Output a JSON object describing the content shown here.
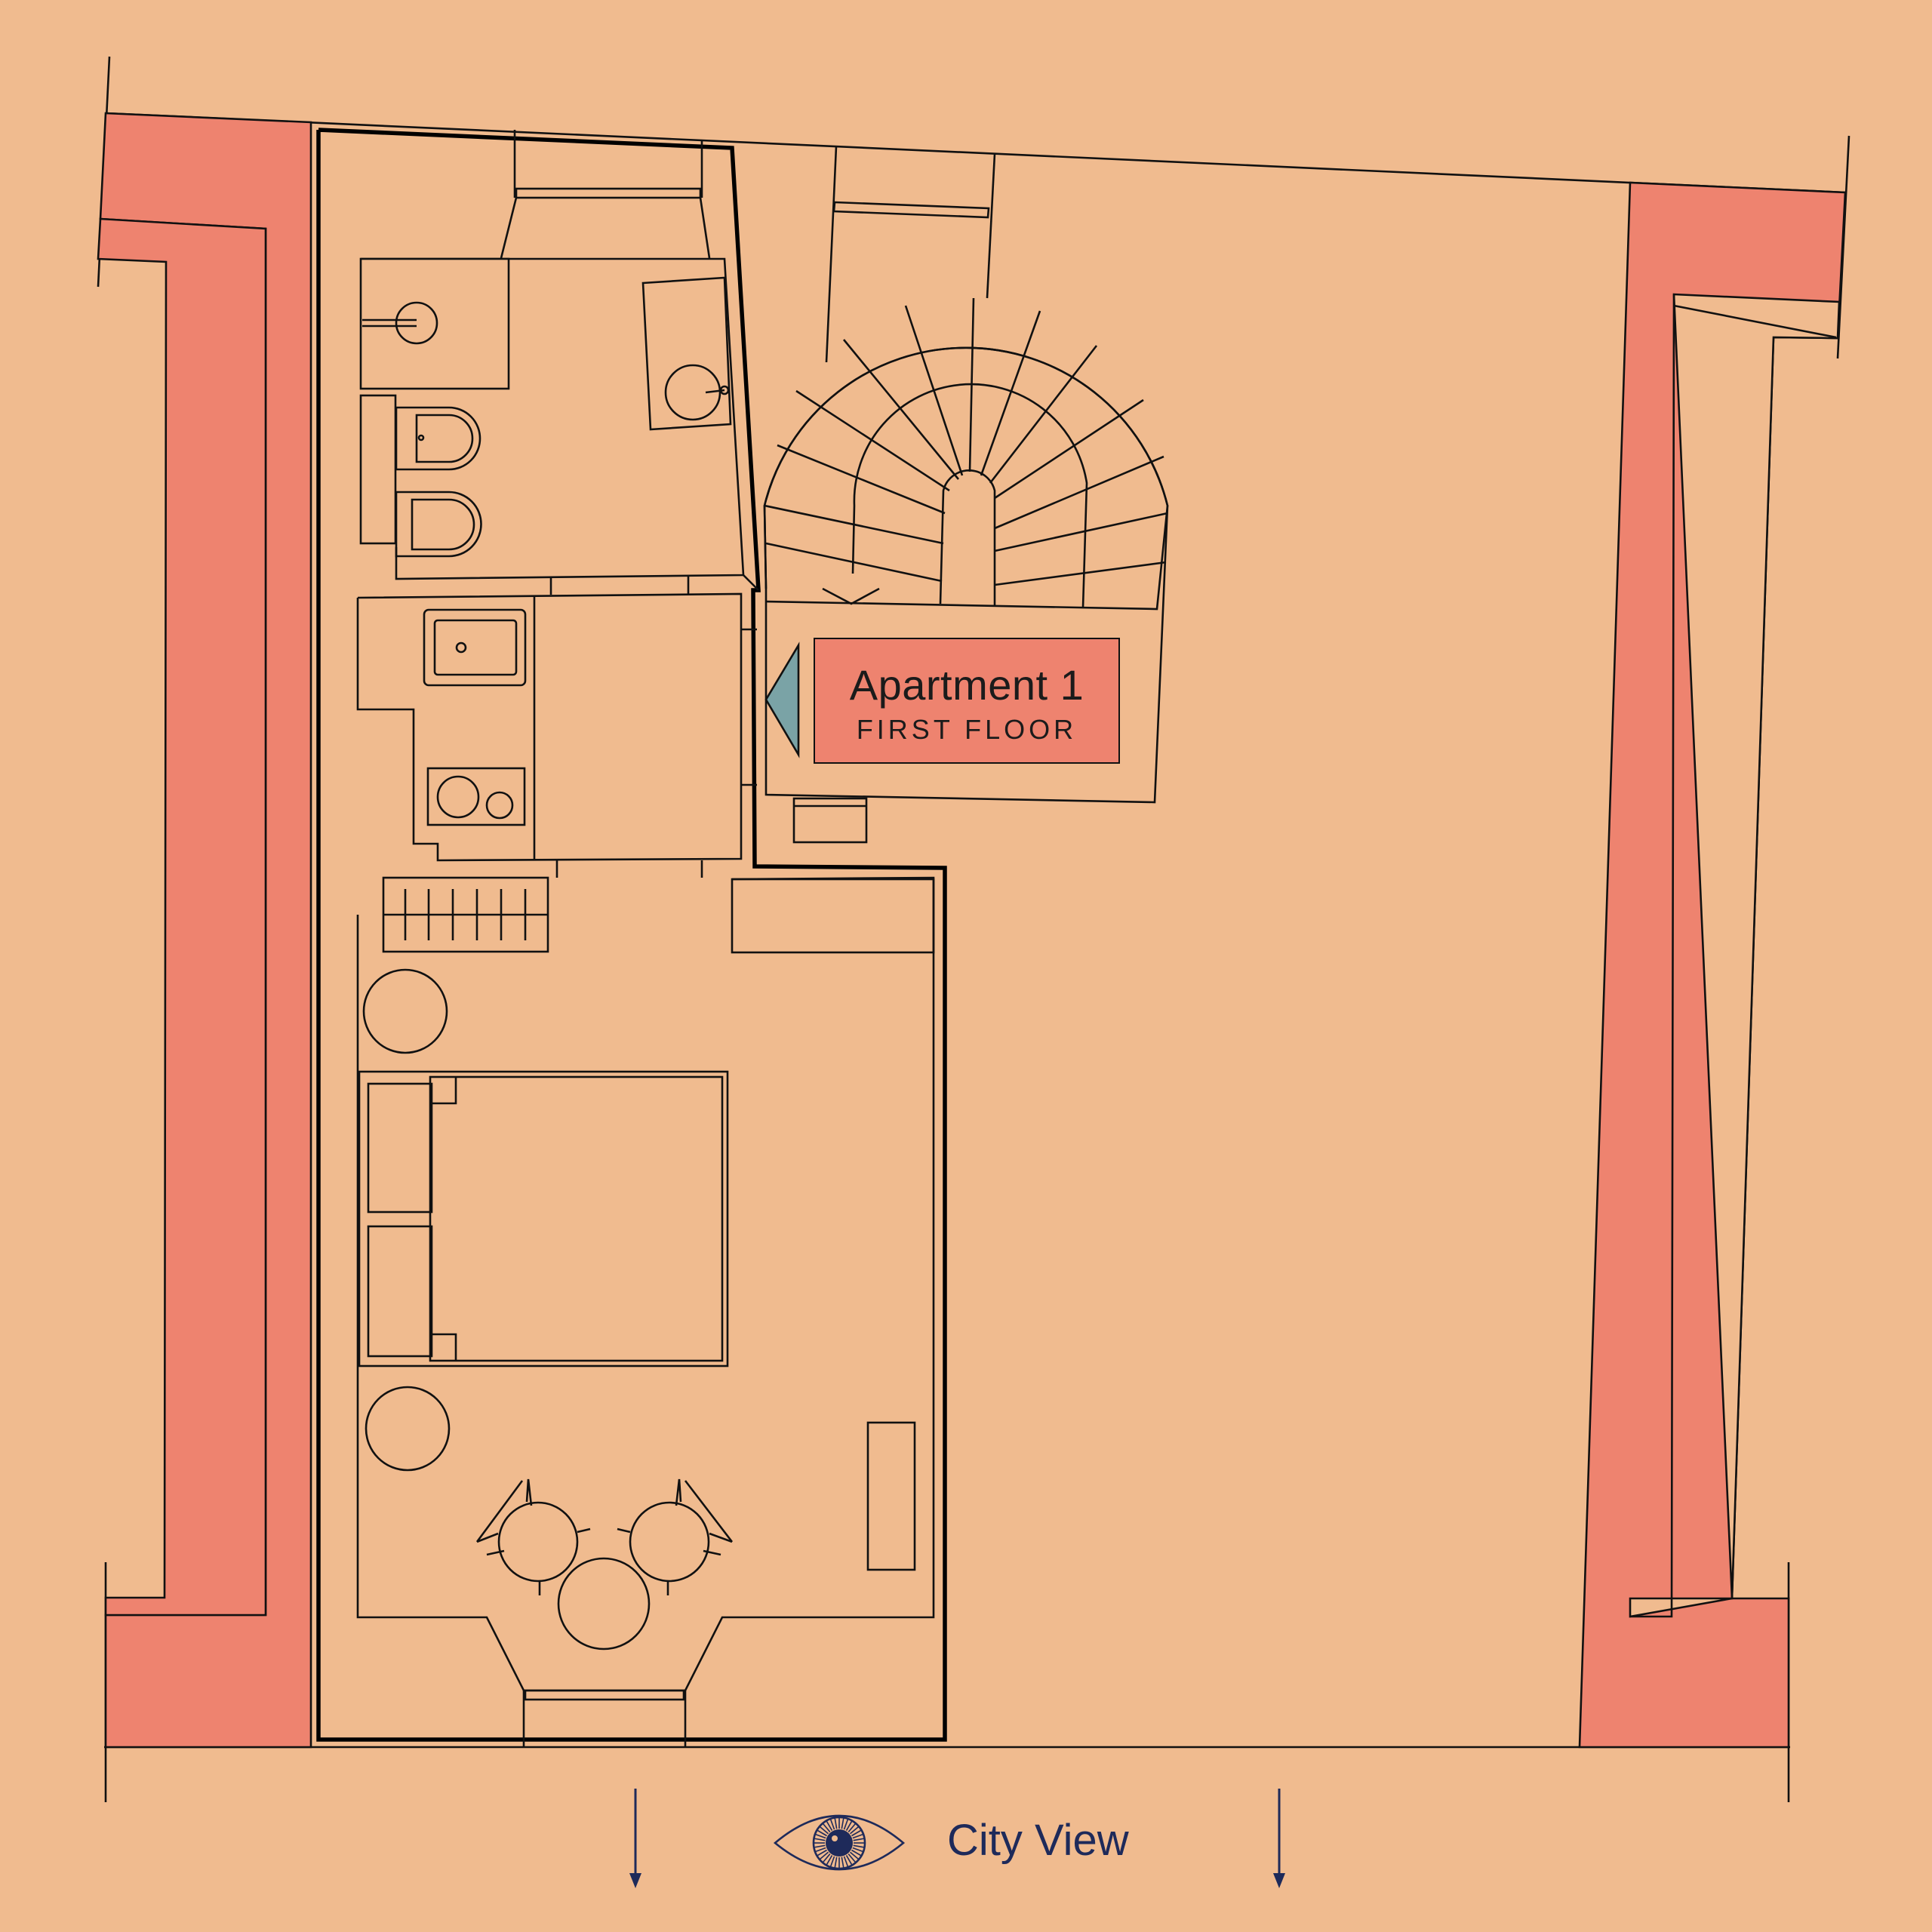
{
  "apartment": {
    "title": "Apartment 1",
    "floor": "FIRST FLOOR"
  },
  "view": {
    "label": "City View",
    "icon": "eye-icon"
  },
  "colors": {
    "background": "#F0BB8F",
    "walls": "#EE836F",
    "lines": "#111111",
    "entrance_marker": "#7AA3A6",
    "view_ink": "#1E2A5A"
  }
}
